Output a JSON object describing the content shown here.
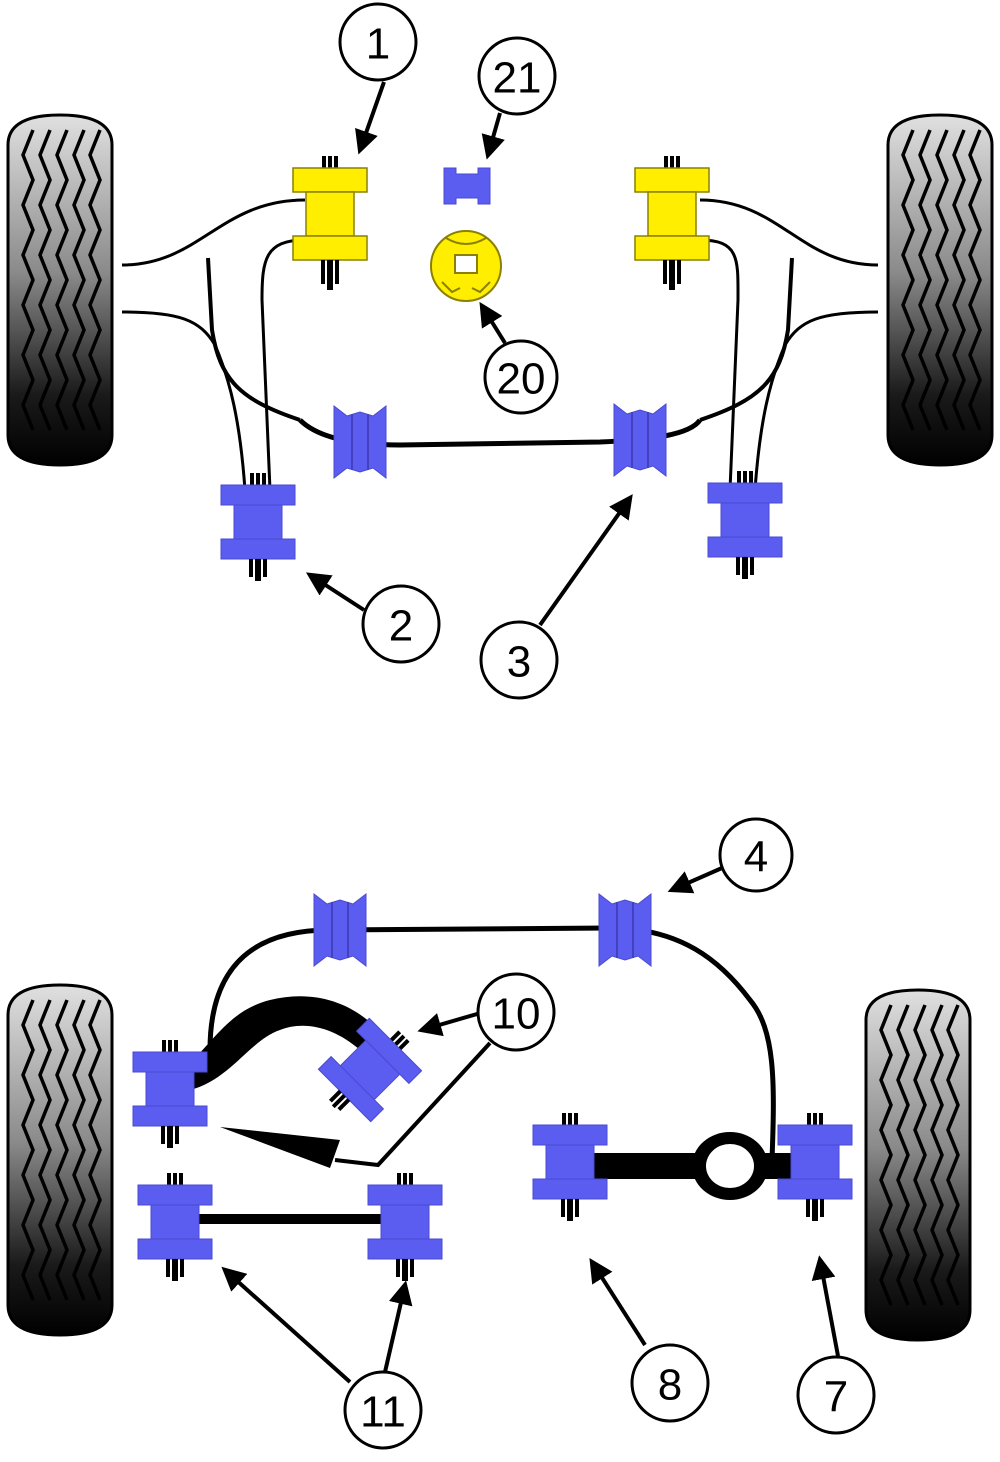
{
  "title": "Suspension bushing location diagram",
  "colors": {
    "polyurethane_blue": "#5b5cf0",
    "polyurethane_yellow": "#ffee00",
    "outline": "#000000",
    "background": "#ffffff"
  },
  "sections": [
    {
      "id": "front",
      "callouts": [
        {
          "label": "1",
          "part": "yellow-bush"
        },
        {
          "label": "21",
          "part": "small-blue-bush"
        },
        {
          "label": "20",
          "part": "yellow-round-mount"
        },
        {
          "label": "2",
          "part": "blue-bush"
        },
        {
          "label": "3",
          "part": "anti-roll-bar-bush"
        }
      ]
    },
    {
      "id": "rear",
      "callouts": [
        {
          "label": "4",
          "part": "anti-roll-bar-bush"
        },
        {
          "label": "10",
          "part": "trailing-arm-bush"
        },
        {
          "label": "11",
          "part": "lateral-link-bush"
        },
        {
          "label": "8",
          "part": "lower-arm-inner-bush"
        },
        {
          "label": "7",
          "part": "lower-arm-outer-bush"
        }
      ]
    }
  ]
}
